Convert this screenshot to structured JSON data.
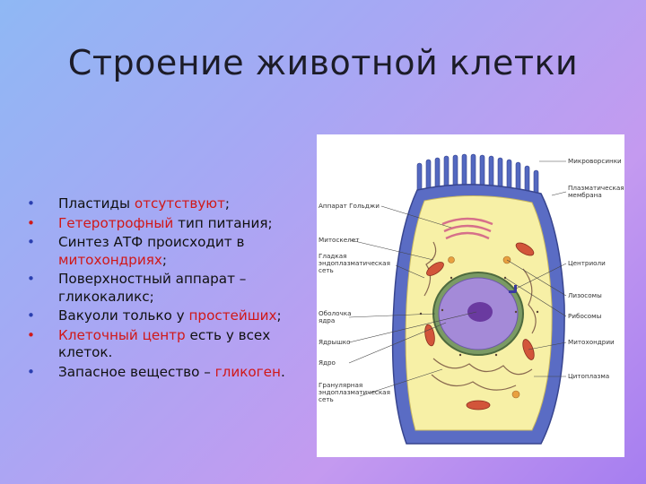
{
  "slide": {
    "title": "Строение животной клетки",
    "bullets": [
      {
        "parts": [
          {
            "text": "Пластиды "
          },
          {
            "text": "отсутствуют",
            "color": "red"
          },
          {
            "text": ";"
          }
        ],
        "bullet_color": "blue"
      },
      {
        "parts": [
          {
            "text": "Гетеротрофный",
            "color": "red"
          },
          {
            "text": " тип питания;"
          }
        ],
        "bullet_color": "red"
      },
      {
        "parts": [
          {
            "text": "Синтез АТФ происходит в "
          },
          {
            "text": "митохондриях",
            "color": "red"
          },
          {
            "text": ";"
          }
        ],
        "bullet_color": "blue"
      },
      {
        "parts": [
          {
            "text": "Поверхностный аппарат – гликокаликс;"
          }
        ],
        "bullet_color": "blue"
      },
      {
        "parts": [
          {
            "text": "Вакуоли только у "
          },
          {
            "text": "простейших",
            "color": "red"
          },
          {
            "text": ";"
          }
        ],
        "bullet_color": "blue"
      },
      {
        "parts": [
          {
            "text": "Клеточный центр",
            "color": "red"
          },
          {
            "text": " есть у всех клеток."
          }
        ],
        "bullet_color": "red"
      },
      {
        "parts": [
          {
            "text": "Запасное вещество – "
          },
          {
            "text": "гликоген",
            "color": "red"
          },
          {
            "text": "."
          }
        ],
        "bullet_color": "blue"
      }
    ]
  },
  "diagram_labels": {
    "microvilli": "Микроворсинки",
    "plasma_membrane": "Плазматическая мембрана",
    "golgi": "Аппарат Гольджи",
    "cytoskeleton": "Митоскелет",
    "smooth_er": "Гладкая эндоплазматическая сеть",
    "centriole": "Центриоли",
    "lysosome": "Лизосомы",
    "nuclear_envelope": "Оболочка ядра",
    "ribosome": "Рибосомы",
    "nucleolus": "Ядрышко",
    "mitochondria": "Митохондрии",
    "nucleus": "Ядро",
    "cytoplasm": "Цитоплазма",
    "rough_er": "Гранулярная эндоплазматическая сеть"
  },
  "colors": {
    "accent_red": "#d01818",
    "bullet_blue": "#2a3fb0",
    "cell_border": "#4a58a8",
    "cytoplasm": "#f7f0a6",
    "nucleus": "#a48ad8"
  }
}
